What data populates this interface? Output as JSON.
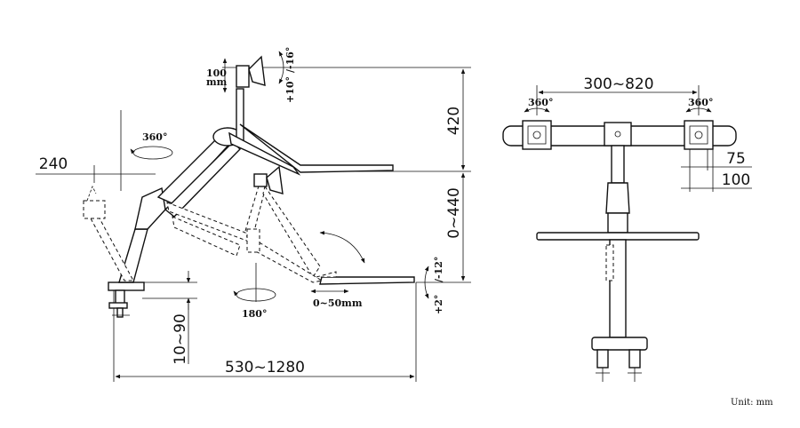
{
  "side_view": {
    "dim_width_range": "530~1280",
    "dim_offset": "240",
    "dim_height_top": "420",
    "dim_height_range": "0~440",
    "dim_clamp": "10~90",
    "rot_base": "360°",
    "rot_lower": "180°",
    "slide_range": "0~50mm",
    "tilt_top_pos": "+10°",
    "tilt_top_neg": "/-16°",
    "tilt_tray_pos": "+2°",
    "tilt_tray_neg": "/-12°",
    "vert_adj_a": "100",
    "vert_adj_b": "mm"
  },
  "front_view": {
    "dim_span": "300~820",
    "rot_left": "360°",
    "rot_right": "360°",
    "dim_75": "75",
    "dim_100": "100"
  },
  "unit_note": "Unit: mm"
}
